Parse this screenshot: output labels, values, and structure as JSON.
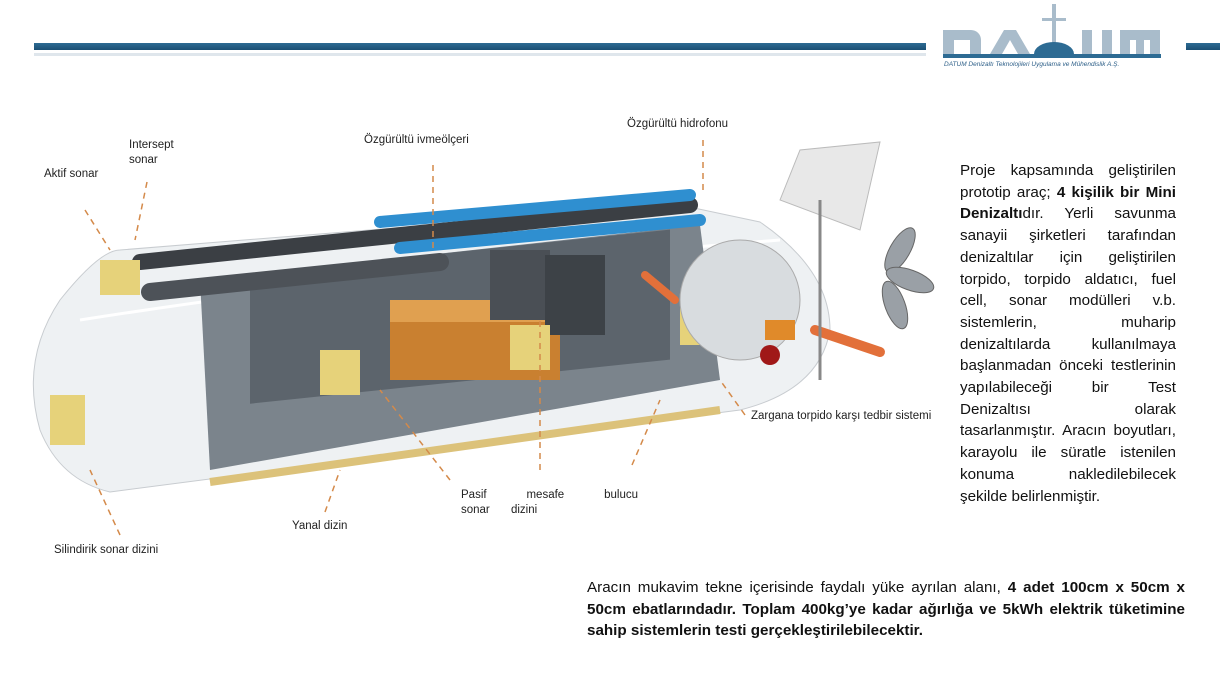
{
  "logo": {
    "text": "DATUM",
    "subtitle": "DATUM Denizaltı Teknolojileri Uygulama ve Mühendislik A.Ş."
  },
  "labels": {
    "aktif_sonar": "Aktif sonar",
    "intersept_sonar": "Intersept sonar",
    "ivmeolcer": "Özgürültü ivmeölçeri",
    "hidrofon": "Özgürültü hidrofonu",
    "zargana": "Zargana torpido karşı tedbir sistemi",
    "pasif": "Pasif mesafe bulucu sonar dizini",
    "yanal": "Yanal dizin",
    "silindirik": "Silindirik sonar dizini"
  },
  "description": [
    {
      "text": "Proje kapsamında geliştirilen prototip araç; ",
      "bold": false
    },
    {
      "text": "4 kişilik bir Mini Denizaltı",
      "bold": true
    },
    {
      "text": "dır. Yerli savunma sanayii şirketleri tarafından denizaltılar için geliştirilen torpido, torpido aldatıcı, fuel cell, sonar modülleri v.b. sistemlerin, muharip denizaltılarda kullanılmaya başlanmadan önceki testlerinin yapılabileceği bir Test Denizaltısı olarak tasarlanmıştır. Aracın boyutları, karayolu ile süratle istenilen konuma nakledilebilecek şekilde belirlenmiştir.",
      "bold": false
    }
  ],
  "payload": [
    {
      "text": "Aracın mukavim tekne içerisinde faydalı yüke ayrılan alanı, ",
      "bold": false
    },
    {
      "text": "4 adet 100cm x 50cm x 50cm ebatlarındadır. Toplam 400kg’ye kadar ağırlığa ve 5kWh elektrik tüketimine sahip sistemlerin testi gerçekleştirilebilecektir.",
      "bold": true
    }
  ]
}
